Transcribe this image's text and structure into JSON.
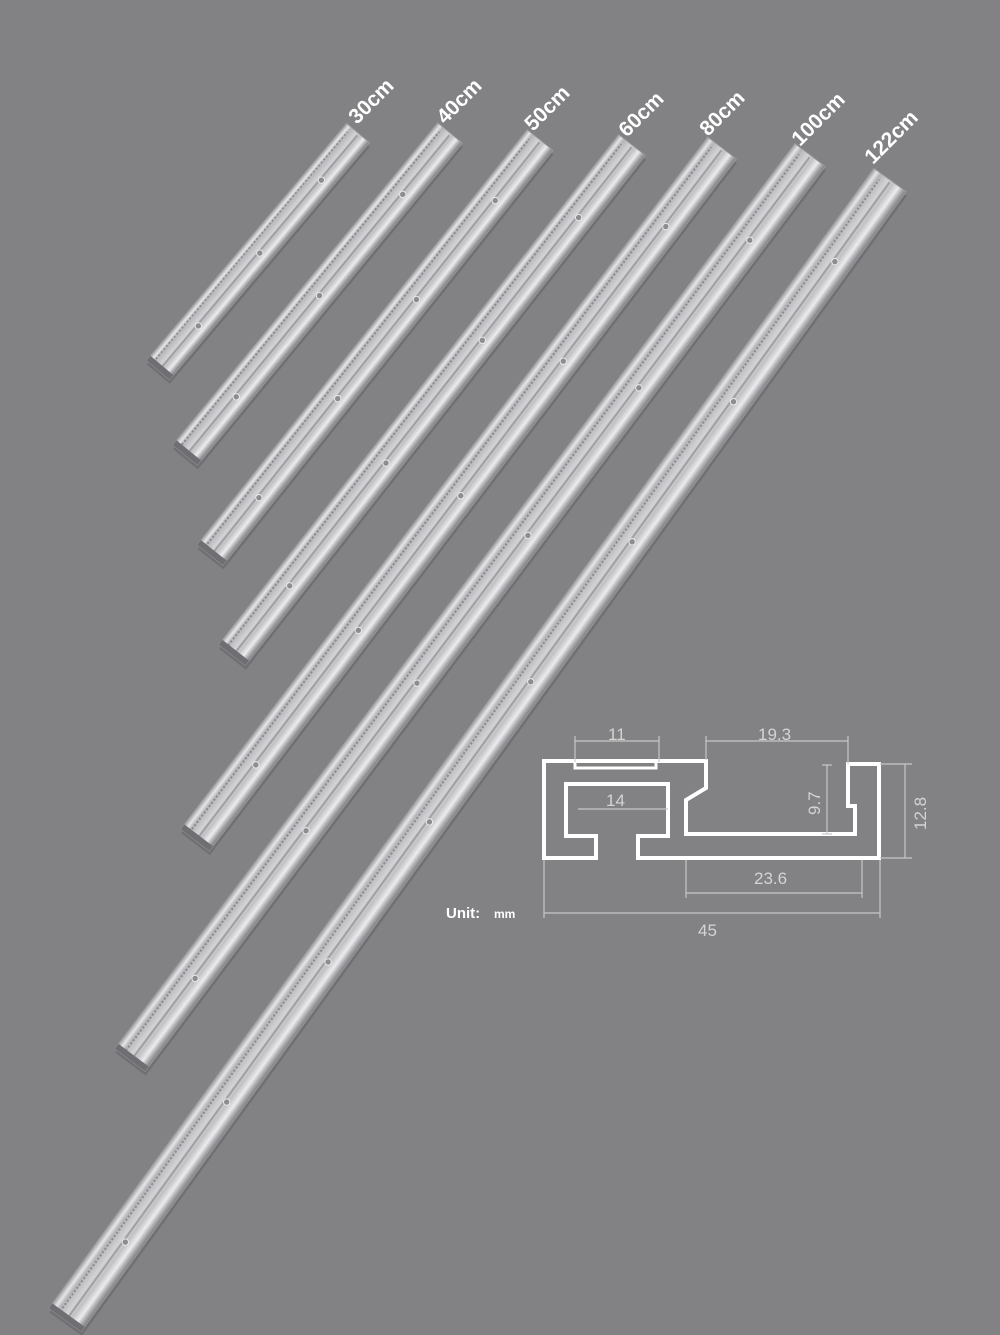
{
  "rails": [
    {
      "label": "30cm"
    },
    {
      "label": "40cm"
    },
    {
      "label": "50cm"
    },
    {
      "label": "60cm"
    },
    {
      "label": "80cm"
    },
    {
      "label": "100cm"
    },
    {
      "label": "122cm"
    }
  ],
  "profile": {
    "dim_top_left": "11",
    "dim_top_right": "19.3",
    "dim_inner_left": "14",
    "dim_inner_height": "9.7",
    "dim_total_height": "12.8",
    "dim_bottom_slot": "23.6",
    "dim_total_width": "45",
    "unit_label": "Unit:",
    "unit_value": "mm"
  },
  "colors": {
    "background": "#828183",
    "rail_body": "#c9c9cc",
    "rail_highlight": "#eeeef0",
    "rail_shadow": "#8e8e92",
    "label_text": "#ffffff",
    "profile_outline": "#ffffff",
    "dimension_lines": "#c8c8c8"
  }
}
